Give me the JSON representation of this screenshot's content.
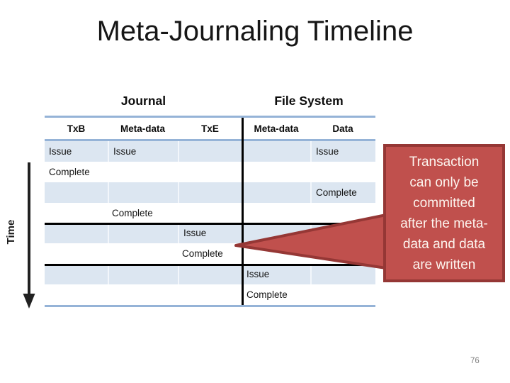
{
  "slide": {
    "title": "Meta-Journaling Timeline",
    "page_number": "76"
  },
  "timeline": {
    "time_axis_label": "Time",
    "sections": [
      {
        "label": "Journal"
      },
      {
        "label": "File System"
      }
    ],
    "columns": [
      "TxB",
      "Meta-data",
      "TxE",
      "Meta-data",
      "Data"
    ],
    "rows": [
      {
        "cells": [
          "Issue",
          "Issue",
          "",
          "",
          "Issue"
        ]
      },
      {
        "cells": [
          "Complete",
          "",
          "",
          "",
          ""
        ]
      },
      {
        "cells": [
          "",
          "",
          "",
          "",
          "Complete"
        ]
      },
      {
        "cells": [
          "",
          "Complete",
          "",
          "",
          ""
        ]
      },
      {
        "cells": [
          "",
          "",
          "Issue",
          "",
          ""
        ]
      },
      {
        "cells": [
          "",
          "",
          "Complete",
          "",
          ""
        ]
      },
      {
        "cells": [
          "",
          "",
          "",
          "Issue",
          ""
        ]
      },
      {
        "cells": [
          "",
          "",
          "",
          "Complete",
          ""
        ]
      }
    ]
  },
  "callout": {
    "text": "Transaction can only be committed after the meta-data and data are written",
    "lines": [
      "Transaction",
      "can only be",
      "committed",
      "after the meta-",
      "data and data",
      "are written"
    ],
    "fill_color": "#c0504d",
    "border_color": "#953735",
    "text_color": "#fdf5ef"
  },
  "colors": {
    "row_band": "#dce6f1",
    "table_frame_blue": "#95b3d7",
    "phase_line": "#000000",
    "time_arrow": "#212121",
    "page_number": "#7f7f7f"
  }
}
